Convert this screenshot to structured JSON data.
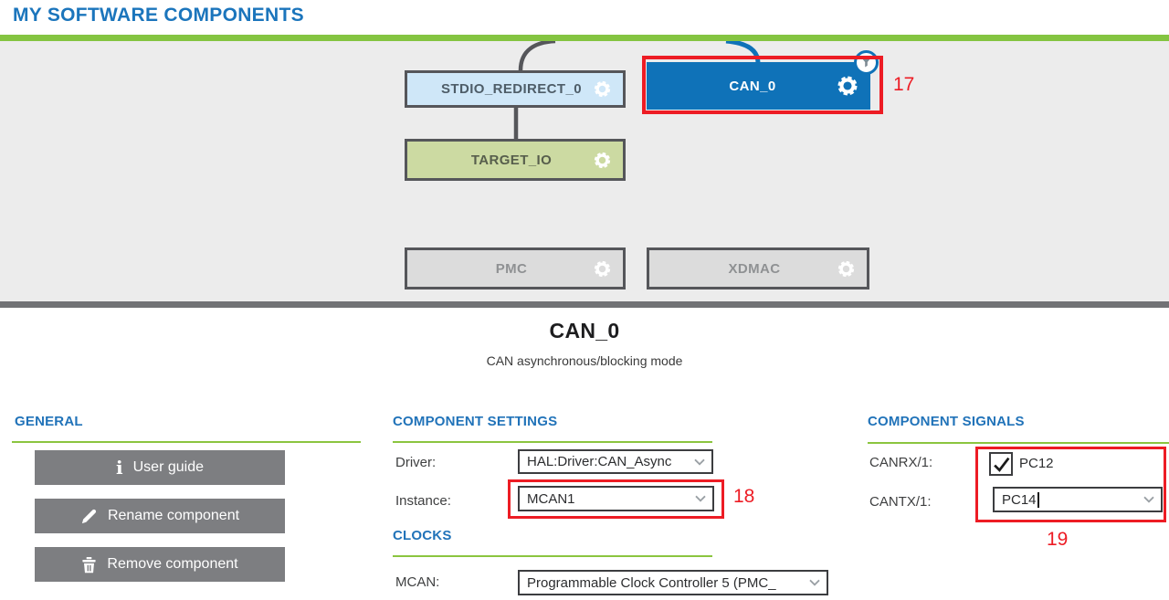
{
  "header": {
    "title": "MY SOFTWARE COMPONENTS"
  },
  "diagram": {
    "blocks": {
      "stdio": {
        "label": "STDIO_REDIRECT_0"
      },
      "can": {
        "label": "CAN_0"
      },
      "target": {
        "label": "TARGET_IO"
      },
      "pmc": {
        "label": "PMC"
      },
      "xdmac": {
        "label": "XDMAC"
      }
    }
  },
  "annotations": {
    "can_block": "17",
    "instance_field": "18",
    "signals_group": "19"
  },
  "panel": {
    "title": "CAN_0",
    "subtitle": "CAN asynchronous/blocking mode",
    "general": {
      "header": "GENERAL",
      "buttons": [
        {
          "label": "User guide",
          "icon": "info-icon"
        },
        {
          "label": "Rename component",
          "icon": "pencil-icon"
        },
        {
          "label": "Remove component",
          "icon": "trash-icon"
        }
      ]
    },
    "component_settings": {
      "header": "COMPONENT SETTINGS",
      "driver_label": "Driver:",
      "driver_value": "HAL:Driver:CAN_Async",
      "instance_label": "Instance:",
      "instance_value": "MCAN1"
    },
    "clocks": {
      "header": "CLOCKS",
      "mcan_label": "MCAN:",
      "mcan_value": "Programmable Clock Controller 5 (PMC_"
    },
    "component_signals": {
      "header": "COMPONENT SIGNALS",
      "canrx_label": "CANRX/1:",
      "canrx_value": "PC12",
      "canrx_checked": true,
      "cantx_label": "CANTX/1:",
      "cantx_value": "PC14"
    }
  },
  "colors": {
    "title_blue": "#1b75bc",
    "accent_green": "#84c441",
    "selected_block_blue": "#0f72b8",
    "stdio_block_fill": "#cfe7f8",
    "target_block_fill": "#ccdaa2",
    "disabled_block_fill": "#dcdcdc",
    "annotation_red": "#ed1c24",
    "section_header_blue": "#2173b9",
    "button_gray": "#7d7e81"
  }
}
